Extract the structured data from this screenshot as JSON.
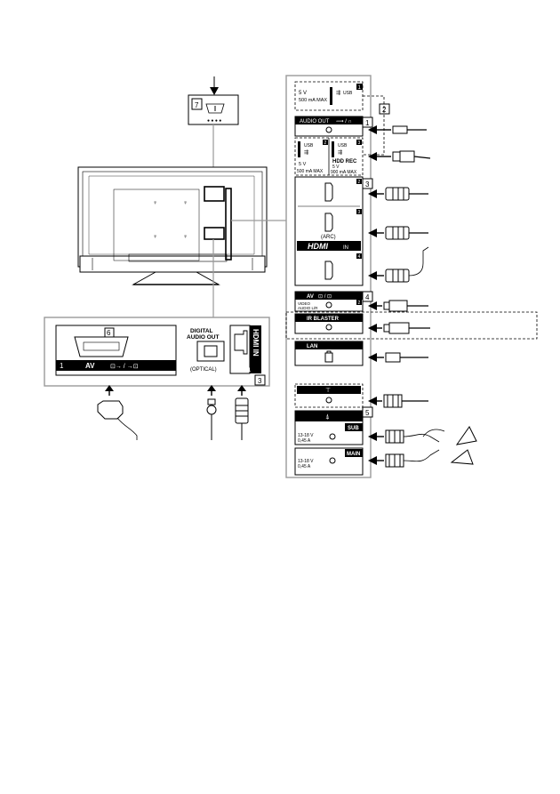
{
  "labels": {
    "callout_1": "1",
    "callout_2": "2",
    "callout_3": "3",
    "callout_4": "4",
    "callout_5": "5",
    "callout_6": "6",
    "callout_7": "7"
  },
  "left_panel": {
    "av_label": "AV",
    "av_num": "1",
    "optical_title_1": "DIGITAL",
    "optical_title_2": "AUDIO OUT",
    "optical_sub": "(OPTICAL)",
    "hdmi_vertical": "HDMI IN",
    "hdmi_num": "1"
  },
  "right_panel": {
    "usb1_spec_1": "5 V",
    "usb1_spec_2": "500 mA MAX",
    "usb1_label": "USB",
    "usb1_num": "1",
    "audio_out_label": "AUDIO OUT",
    "usb2_label": "USB",
    "usb2_num": "2",
    "usb2_spec_1": "5 V",
    "usb2_spec_2": "500 mA MAX",
    "usb3_label": "USB",
    "usb3_num": "3",
    "usb3_rec": "HDD REC",
    "usb3_spec_1": "5 V",
    "usb3_spec_2": "900 mA MAX",
    "hdmi2_num": "2",
    "hdmi3_num": "3",
    "hdmi3_arc": "(ARC)",
    "hdmi_logo": "HDMI",
    "hdmi_in": "IN",
    "hdmi4_num": "4",
    "av2_label": "AV",
    "av2_num": "2",
    "av2_sub_1": "VIDEO",
    "av2_sub_2": "AUDIO L/R",
    "ir_label": "IR BLASTER",
    "lan_label": "LAN",
    "sub_label": "SUB",
    "main_label": "MAIN",
    "lnb_spec_1": "13-18 V",
    "lnb_spec_2": "0,45 A",
    "lnb2_spec_1": "13-18 V",
    "lnb2_spec_2": "0,45 A"
  }
}
